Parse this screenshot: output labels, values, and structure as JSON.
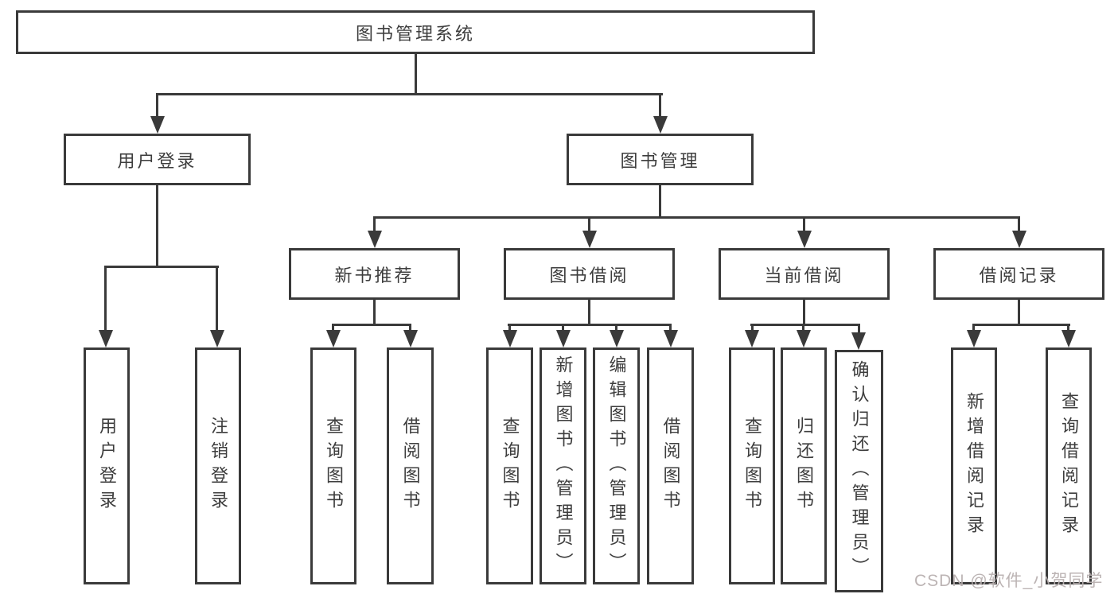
{
  "watermark": "CSDN @软件_小贺同学",
  "tree": {
    "root": "图书管理系统",
    "children": [
      {
        "label": "用户登录",
        "children": [
          {
            "label": "用户登录"
          },
          {
            "label": "注销登录"
          }
        ]
      },
      {
        "label": "图书管理",
        "children": [
          {
            "label": "新书推荐",
            "children": [
              {
                "label": "查询图书"
              },
              {
                "label": "借阅图书"
              }
            ]
          },
          {
            "label": "图书借阅",
            "children": [
              {
                "label": "查询图书"
              },
              {
                "label": "新增图书（管理员）"
              },
              {
                "label": "编辑图书（管理员）"
              },
              {
                "label": "借阅图书"
              }
            ]
          },
          {
            "label": "当前借阅",
            "children": [
              {
                "label": "查询图书"
              },
              {
                "label": "归还图书"
              },
              {
                "label": "确认归还（管理员）"
              }
            ]
          },
          {
            "label": "借阅记录",
            "children": [
              {
                "label": "新增借阅记录"
              },
              {
                "label": "查询借阅记录"
              }
            ]
          }
        ]
      }
    ]
  }
}
